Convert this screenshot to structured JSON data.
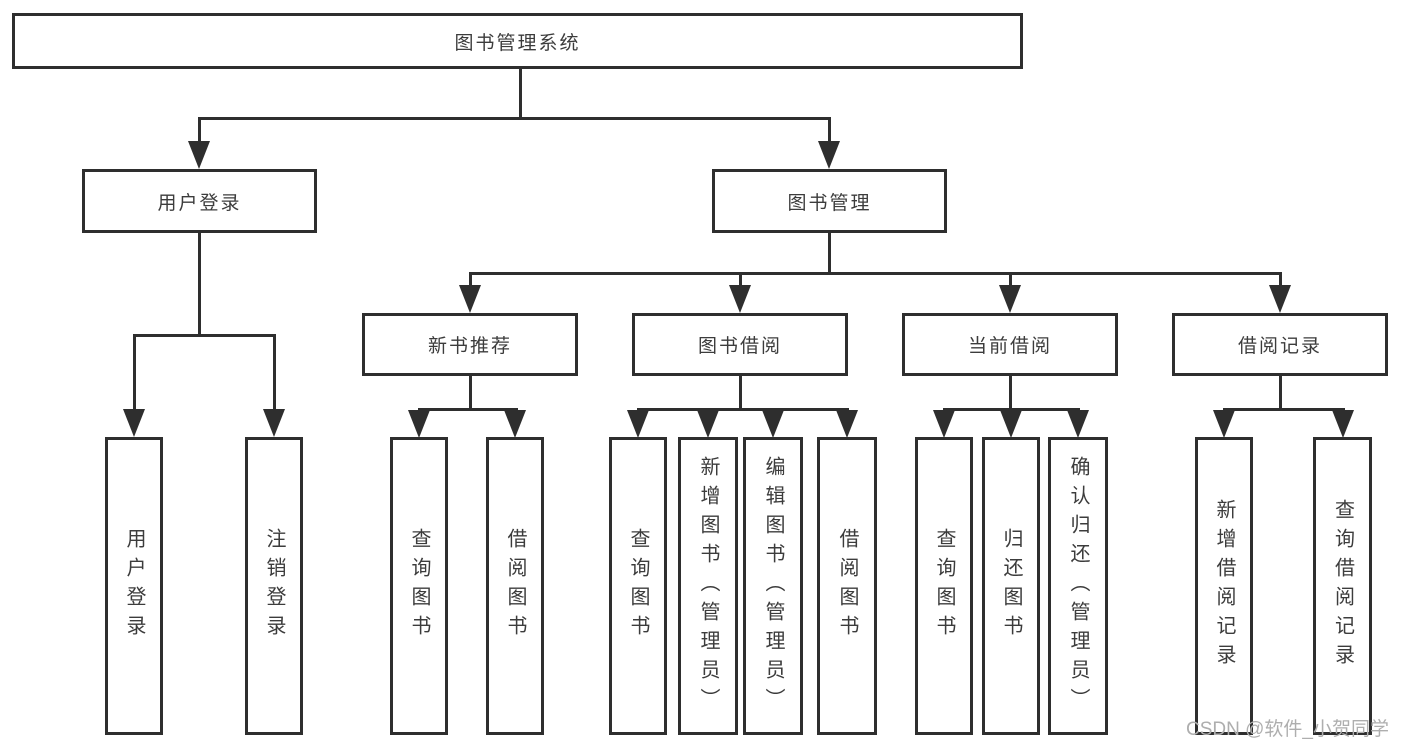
{
  "tree": {
    "root": {
      "label": "图书管理系统"
    },
    "branches": [
      {
        "label": "用户登录",
        "children": [
          {
            "label": "用户登录"
          },
          {
            "label": "注销登录"
          }
        ]
      },
      {
        "label": "图书管理",
        "children": [
          {
            "label": "新书推荐",
            "children": [
              {
                "label": "查询图书"
              },
              {
                "label": "借阅图书"
              }
            ]
          },
          {
            "label": "图书借阅",
            "children": [
              {
                "label": "查询图书"
              },
              {
                "label": "新增图书（管理员）"
              },
              {
                "label": "编辑图书（管理员）"
              },
              {
                "label": "借阅图书"
              }
            ]
          },
          {
            "label": "当前借阅",
            "children": [
              {
                "label": "查询图书"
              },
              {
                "label": "归还图书"
              },
              {
                "label": "确认归还（管理员）"
              }
            ]
          },
          {
            "label": "借阅记录",
            "children": [
              {
                "label": "新增借阅记录"
              },
              {
                "label": "查询借阅记录"
              }
            ]
          }
        ]
      }
    ]
  },
  "watermark": {
    "text": "CSDN @软件_小贺同学"
  },
  "colors": {
    "line": "#2e2e2e",
    "box_border": "#2e2e2e",
    "text": "#3c3c3c",
    "background": "#ffffff",
    "watermark": "#aeaeae"
  }
}
